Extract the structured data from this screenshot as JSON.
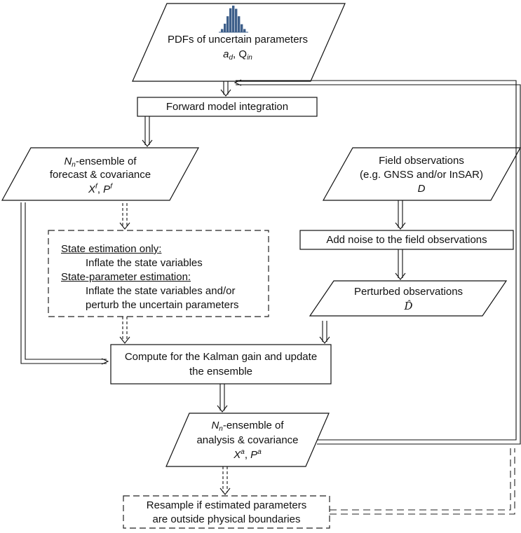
{
  "pdf_box": {
    "line1": "PDFs of uncertain parameters",
    "line2_a": "a",
    "line2_a_sub": "d",
    "line2_sep": ", ",
    "line2_q": "Q",
    "line2_q_sub": "in"
  },
  "forward_box": {
    "label": "Forward model integration"
  },
  "forecast_box": {
    "line1_n": "N",
    "line1_n_sub": "n",
    "line1_rest": "-ensemble of",
    "line2": "forecast & covariance",
    "line3_x": "X",
    "line3_x_sup": "f",
    "line3_sep": ", ",
    "line3_p": "P",
    "line3_p_sup": "f"
  },
  "field_box": {
    "line1": "Field observations",
    "line2": "(e.g. GNSS and/or InSAR)",
    "line3": "D"
  },
  "inflation_box": {
    "heading1": "State estimation only:",
    "item1": "Inflate the state variables",
    "heading2": "State-parameter estimation:",
    "item2a": "Inflate the state variables and/or",
    "item2b": "perturb the uncertain parameters"
  },
  "noise_box": {
    "label": "Add noise to the field observations"
  },
  "perturbed_box": {
    "line1": "Perturbed observations",
    "line2": "D̂"
  },
  "kalman_box": {
    "line1": "Compute for the Kalman gain and update",
    "line2": "the ensemble"
  },
  "analysis_box": {
    "line1_n": "N",
    "line1_n_sub": "n",
    "line1_rest": "-ensemble of",
    "line2": "analysis & covariance",
    "line3_x": "X",
    "line3_x_sup": "a",
    "line3_sep": ", ",
    "line3_p": "P",
    "line3_p_sup": "a"
  },
  "resample_box": {
    "line1": "Resample if estimated parameters",
    "line2": "are outside physical boundaries"
  },
  "histogram": {
    "bars": [
      0.12,
      0.32,
      0.6,
      0.9,
      1.0,
      0.88,
      0.6,
      0.3,
      0.12
    ],
    "color": "#3e5f8a"
  }
}
